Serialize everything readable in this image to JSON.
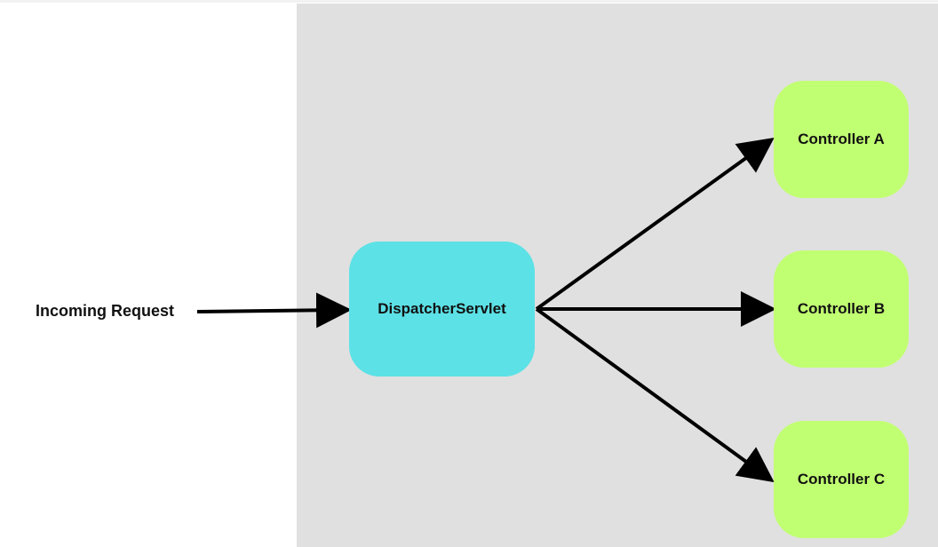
{
  "diagram": {
    "source_label": "Incoming Request",
    "dispatcher_label": "DispatcherServlet",
    "controllers": [
      {
        "label": "Controller A"
      },
      {
        "label": "Controller B"
      },
      {
        "label": "Controller C"
      }
    ]
  },
  "colors": {
    "dispatcher_fill": "#5ce1e6",
    "controller_fill": "#c1ff72",
    "panel_bg": "#e0e0e0",
    "arrow": "#000000"
  }
}
